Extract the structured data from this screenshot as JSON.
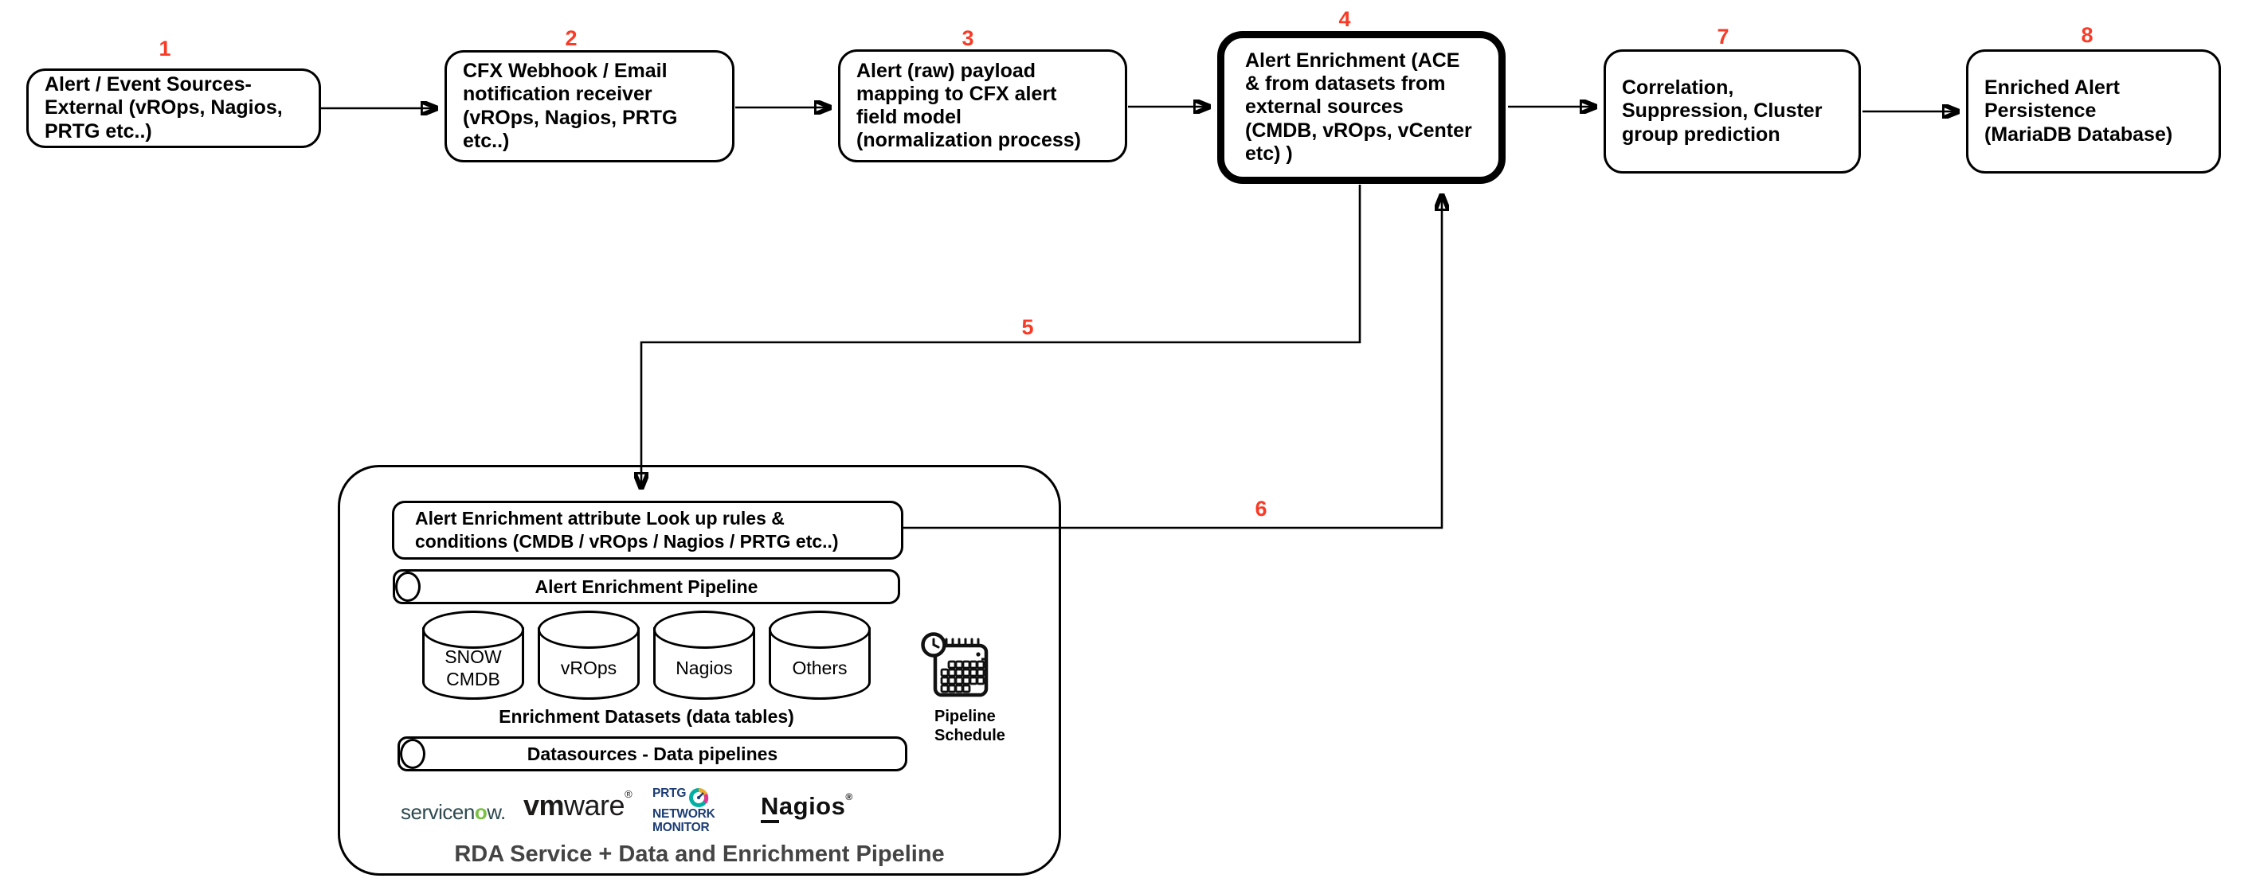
{
  "colors": {
    "step_number_red": "#f83b26",
    "line_ink": "#000000",
    "rda_title_gray": "#444444",
    "servicenow_text": "#2e4a50",
    "servicenow_green": "#7ac143",
    "prtg_navy": "#1b3c74",
    "vmware_ink": "#1d1a1a",
    "nagios_ink": "#0f0f0f"
  },
  "nodes": {
    "source": {
      "step": "1",
      "label": "Alert / Event Sources-\nExternal (vROps, Nagios,\nPRTG etc..)"
    },
    "receiver": {
      "step": "2",
      "label": "CFX Webhook / Email\nnotification receiver\n(vROps, Nagios, PRTG\netc..)"
    },
    "mapping": {
      "step": "3",
      "label": "Alert (raw) payload\nmapping to CFX alert\nfield model\n(normalization process)"
    },
    "enrichment": {
      "step": "4",
      "label": "Alert Enrichment (ACE\n& from datasets from\nexternal sources\n(CMDB, vROps, vCenter\netc) )"
    },
    "correlation": {
      "step": "7",
      "label": "Correlation,\nSuppression, Cluster\ngroup prediction"
    },
    "persistence": {
      "step": "8",
      "label": "Enriched Alert\nPersistence\n(MariaDB Database)"
    }
  },
  "edges": {
    "step5": "5",
    "step6": "6"
  },
  "pipeline": {
    "lookup": "Alert Enrichment attribute Look up rules &\nconditions (CMDB / vROps / Nagios / PRTG etc..)",
    "enrichment_pipeline": "Alert Enrichment Pipeline",
    "datasets": [
      "SNOW\nCMDB",
      "vROps",
      "Nagios",
      "Others"
    ],
    "datasets_caption": "Enrichment Datasets (data tables)",
    "datasources": "Datasources - Data pipelines",
    "schedule": "Pipeline\nSchedule",
    "title": "RDA Service + Data and Enrichment Pipeline",
    "logos": {
      "servicenow": {
        "pre": "servicen",
        "accent": "o",
        "post": "w."
      },
      "vmware": {
        "bold": "vm",
        "rest": "ware",
        "reg": "®"
      },
      "prtg": {
        "line1": "PRTG",
        "line2": "NETWORK",
        "line3": "MONITOR"
      },
      "nagios": {
        "initial": "N",
        "rest": "agios",
        "reg": "®"
      }
    }
  }
}
